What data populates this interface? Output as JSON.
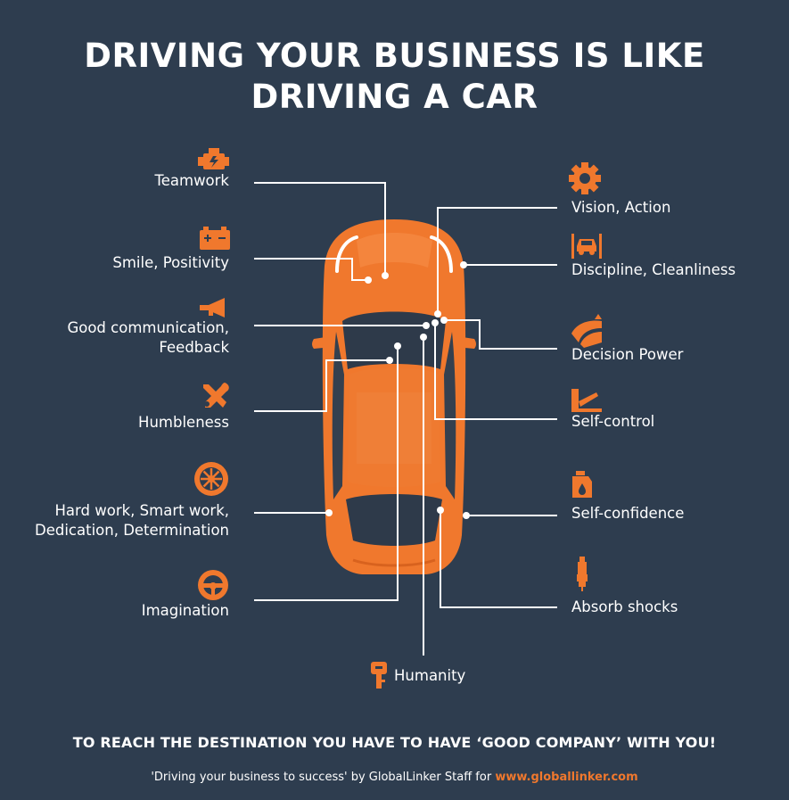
{
  "title": {
    "line1": "DRIVING YOUR BUSINESS IS LIKE",
    "line2": "DRIVING A CAR"
  },
  "labels": {
    "teamwork": "Teamwork",
    "smile": "Smile, Positivity",
    "communication_1": "Good communication,",
    "communication_2": "Feedback",
    "humbleness": "Humbleness",
    "hardwork_1": "Hard work, Smart work,",
    "hardwork_2": "Dedication, Determination",
    "imagination": "Imagination",
    "humanity": "Humanity",
    "vision": "Vision, Action",
    "discipline": "Discipline, Cleanliness",
    "decision": "Decision Power",
    "selfcontrol": "Self-control",
    "selfconfidence": "Self-confidence",
    "absorb": "Absorb shocks"
  },
  "icons": {
    "teamwork": "engine-icon",
    "smile": "battery-icon",
    "communication": "horn-icon",
    "humbleness": "tools-icon",
    "hardwork": "wheel-icon",
    "imagination": "steering-wheel-icon",
    "humanity": "car-key-icon",
    "vision": "gear-icon",
    "discipline": "car-lift-icon",
    "decision": "brake-pad-icon",
    "selfcontrol": "brake-pedal-icon",
    "selfconfidence": "oil-can-icon",
    "absorb": "spark-plug-icon"
  },
  "colors": {
    "background": "#2e3d4f",
    "accent": "#f0782d",
    "text": "#ffffff"
  },
  "footer": {
    "tagline": "TO REACH THE DESTINATION YOU HAVE TO HAVE ‘GOOD COMPANY’ WITH YOU!",
    "credit": "'Driving your business to success' by GlobalLinker Staff for",
    "link": "www.globallinker.com"
  }
}
